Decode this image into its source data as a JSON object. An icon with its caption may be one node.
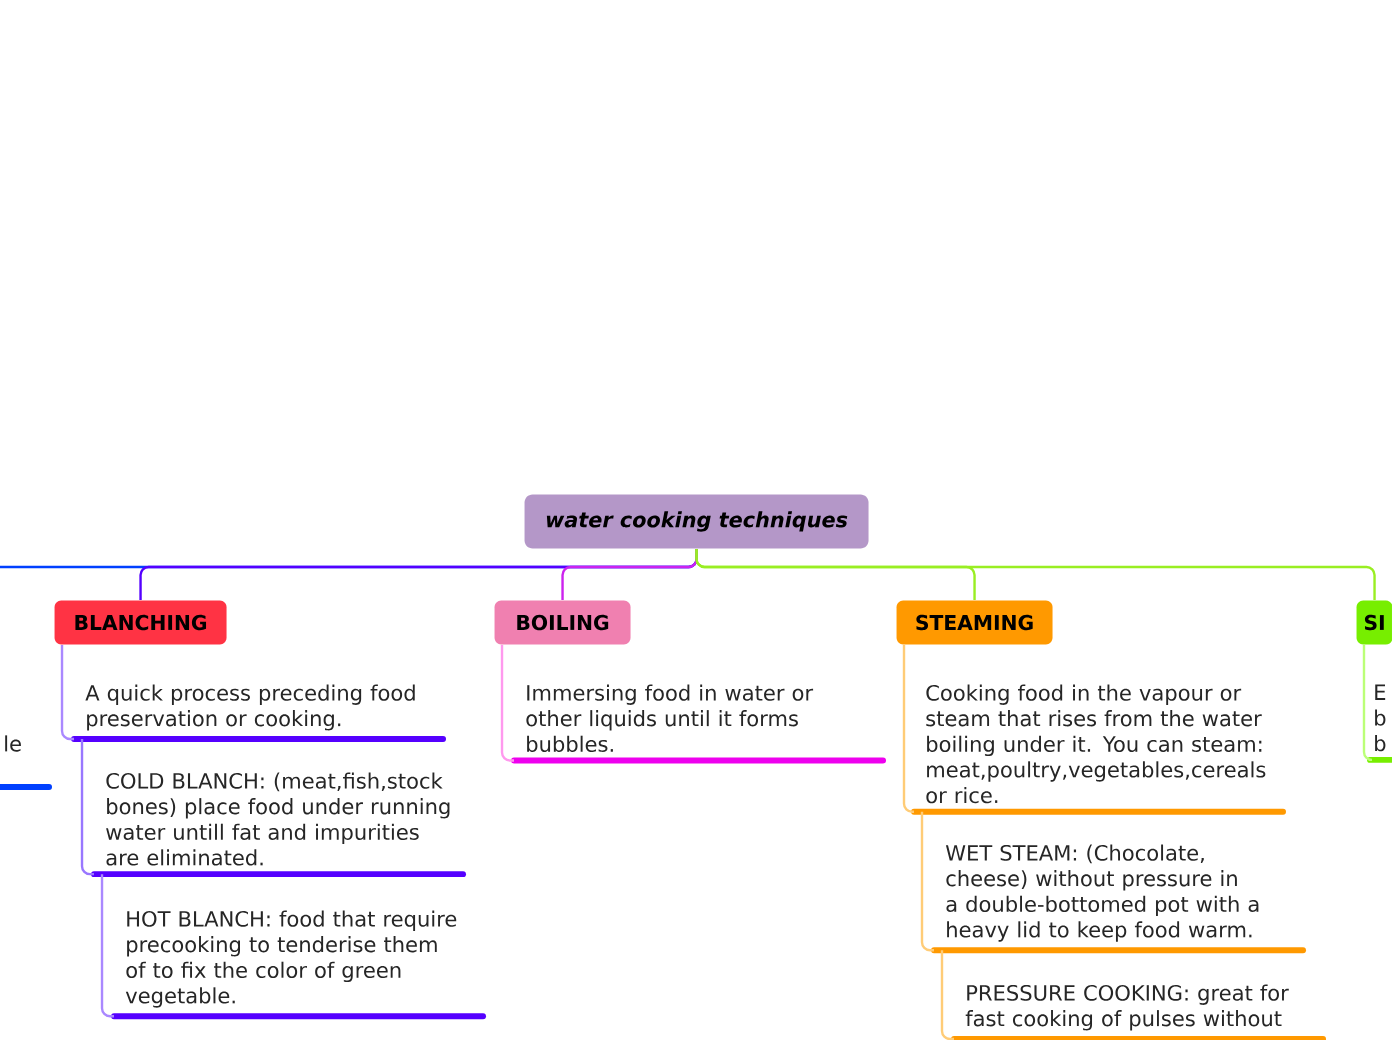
{
  "diagram": {
    "nodes": [
      {
        "text": [
          "water cooking techniques"
        ]
      },
      {
        "text": [
          "le"
        ]
      },
      {
        "text": [
          "BLANCHING"
        ]
      },
      {
        "text": [
          "A quick process preceding food preservation or cooking."
        ]
      },
      {
        "text": [
          "COLD BLANCH: (meat,fish,stock bones) place food under running water untill fat and impurities are eliminated."
        ]
      },
      {
        "text": [
          "HOT BLANCH: food that require precooking to tenderise them of to fix the color of green vegetable."
        ]
      },
      {
        "text": [
          "BOILING"
        ]
      },
      {
        "text": [
          "Immersing food in water or other liquids until it forms bubbles."
        ]
      },
      {
        "text": [
          "STEAMING"
        ]
      },
      {
        "text": [
          "Cooking food in the vapour or steam that rises from the water boiling under it. You can steam: meat,poultry,vegetables,cereals or rice."
        ]
      },
      {
        "text": [
          "WET STEAM: (Chocolate, cheese) without pressure in a double-bottomed pot with a heavy lid to keep food warm."
        ]
      },
      {
        "text": [
          "PRESSURE COOKING: great for fast cooking of pulses without"
        ]
      },
      {
        "text": [
          "SI"
        ]
      },
      {
        "text": [
          "E b b"
        ]
      }
    ],
    "edges": [
      {
        "from": 0,
        "to": null,
        "arrow": "none",
        "color": "#0040ff"
      },
      {
        "from": 0,
        "to": 2,
        "arrow": "none",
        "color": "#5500ff"
      },
      {
        "from": 0,
        "to": 6,
        "arrow": "none",
        "color": "#cc22ee"
      },
      {
        "from": 0,
        "to": 8,
        "arrow": "none",
        "color": "#99ee22"
      },
      {
        "from": 0,
        "to": 12,
        "arrow": "none",
        "color": "#99ee22"
      },
      {
        "from": 2,
        "to": 3,
        "arrow": "none",
        "color": "#aa88ff"
      },
      {
        "from": 3,
        "to": 4,
        "arrow": "none",
        "color": "#9977ff"
      },
      {
        "from": 4,
        "to": 5,
        "arrow": "none",
        "color": "#aa88ff"
      },
      {
        "from": 6,
        "to": 7,
        "arrow": "none",
        "color": "#ff99ee"
      },
      {
        "from": 8,
        "to": 9,
        "arrow": "none",
        "color": "#ffcc77"
      },
      {
        "from": 9,
        "to": 10,
        "arrow": "none",
        "color": "#ffcc77"
      },
      {
        "from": 10,
        "to": 11,
        "arrow": "none",
        "color": "#ffcc77"
      },
      {
        "from": 12,
        "to": 13,
        "arrow": "none",
        "color": "#bbff77"
      }
    ]
  }
}
